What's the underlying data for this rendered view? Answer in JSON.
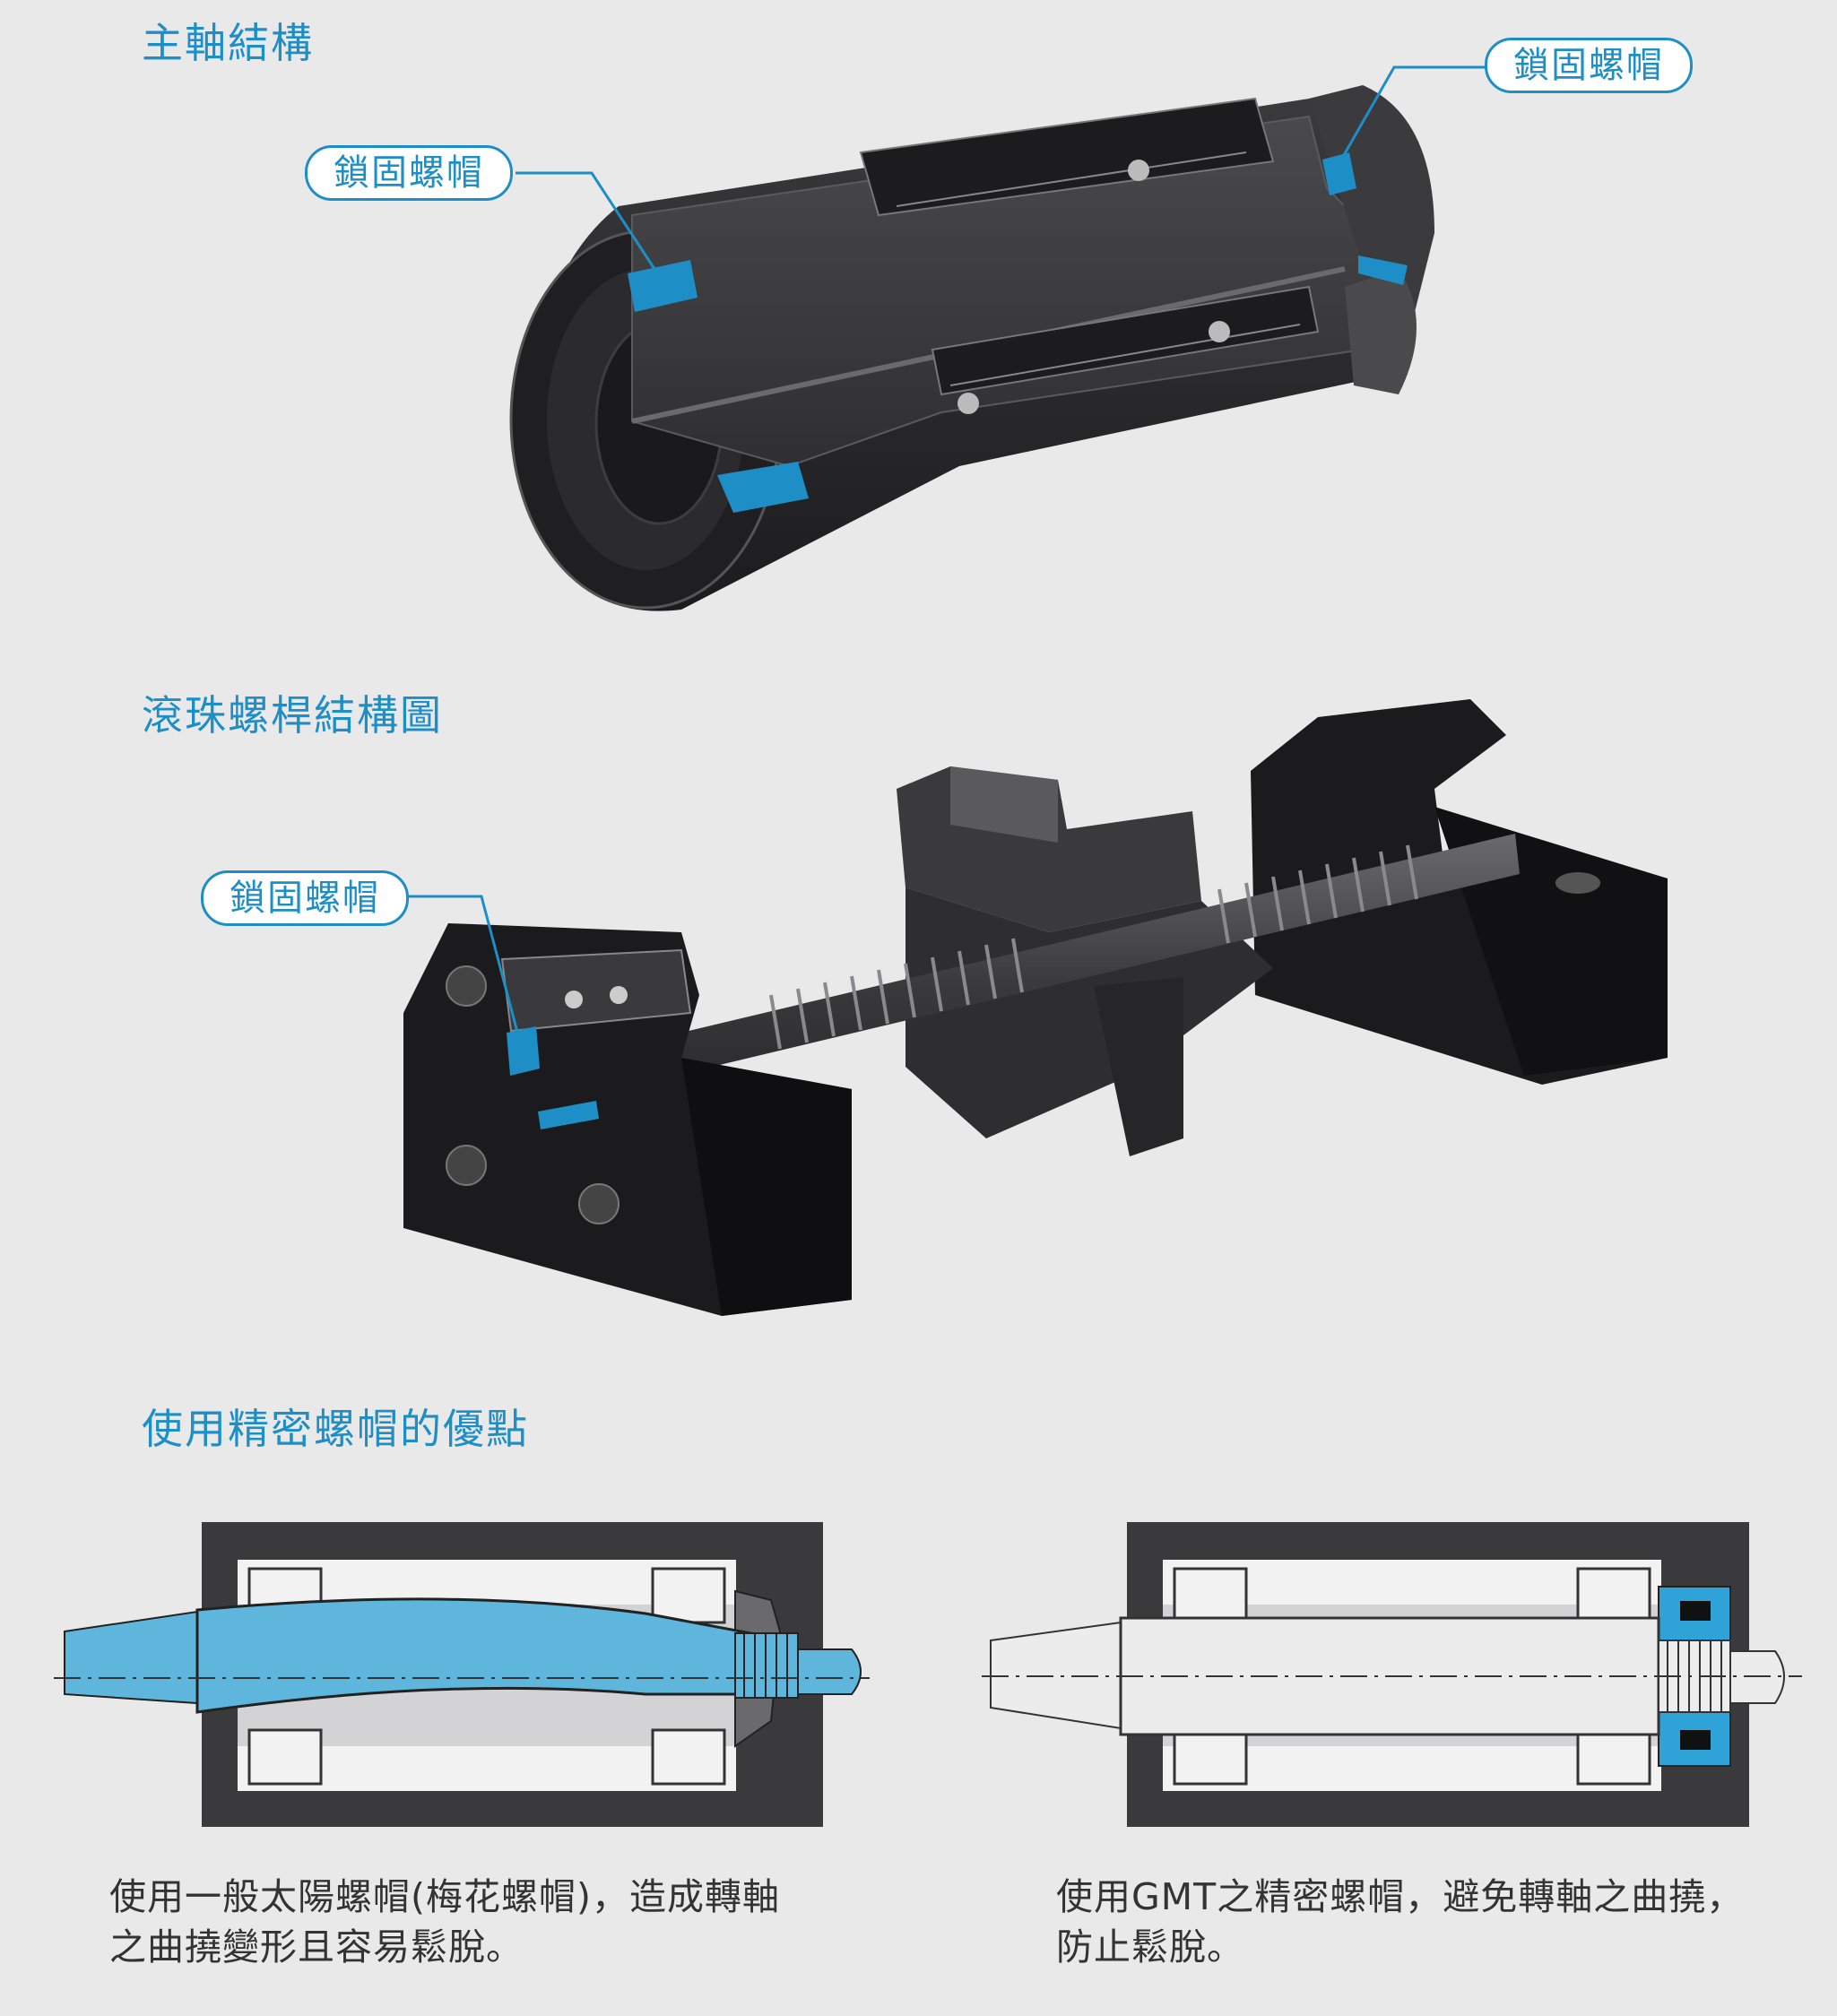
{
  "sections": {
    "spindle": {
      "title": "主軸結構"
    },
    "ballscrew": {
      "title": "滾珠螺桿結構圖"
    },
    "advantages": {
      "title": "使用精密螺帽的優點"
    }
  },
  "callouts": {
    "spindle_left": "鎖固螺帽",
    "spindle_right": "鎖固螺帽",
    "ballscrew_left": "鎖固螺帽"
  },
  "captions": {
    "left_line1": "使用一般太陽螺帽(梅花螺帽)，造成轉軸",
    "left_line2": "之曲撓變形且容易鬆脫。",
    "right_line1": "使用GMT之精密螺帽，避免轉軸之曲撓，",
    "right_line2": "防止鬆脫。"
  },
  "colors": {
    "accent": "#1e8ec6",
    "highlight": "#4fb0d8",
    "part_dark": "#2b2b2d",
    "background": "#e9e9ea"
  }
}
